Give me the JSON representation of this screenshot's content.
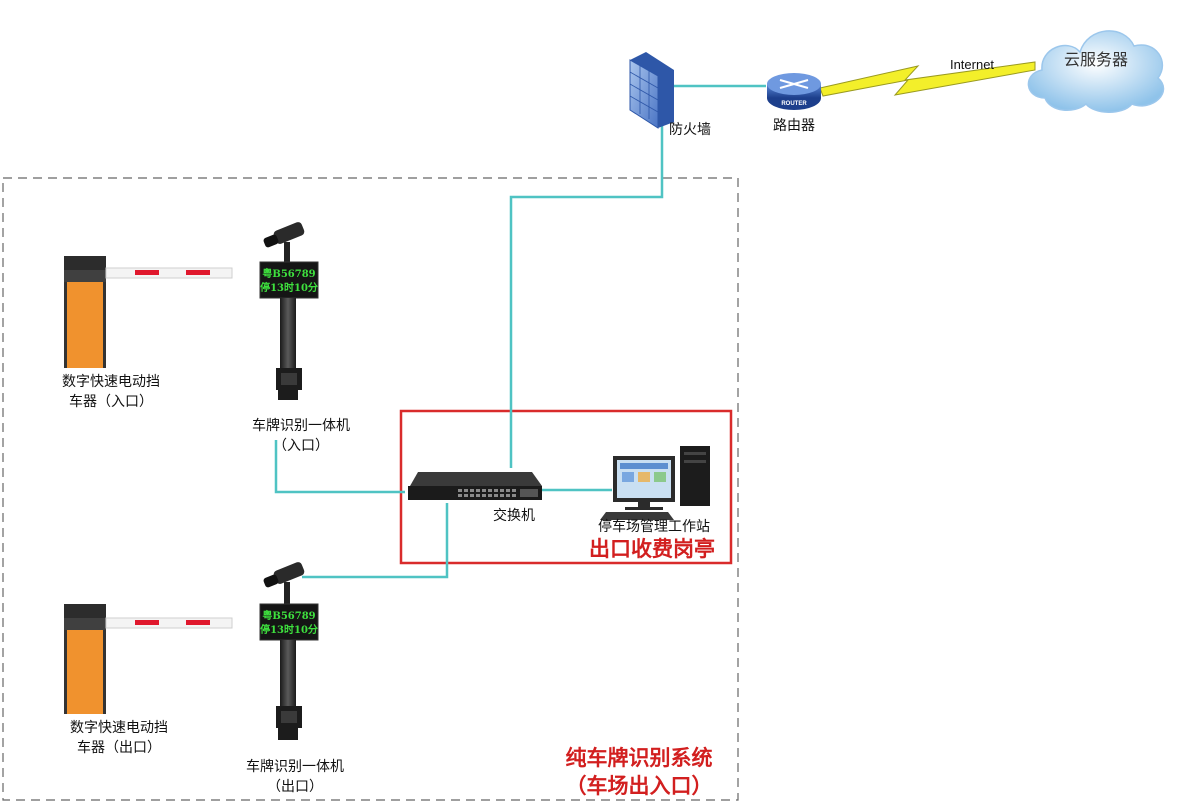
{
  "nodes": {
    "cloud": "云服务器",
    "internet": "Internet",
    "router": "路由器",
    "router_badge": "ROUTER",
    "firewall": "防火墙",
    "switch": "交换机",
    "workstation": "停车场管理工作站",
    "barrier_entry": [
      "数字快速电动挡",
      "车器（入口）"
    ],
    "camera_entry": [
      "车牌识别一体机",
      "（入口）"
    ],
    "barrier_exit": [
      "数字快速电动挡",
      "车器（出口）"
    ],
    "camera_exit": [
      "车牌识别一体机",
      "（出口）"
    ]
  },
  "lcd": {
    "plate": "粤B56789",
    "duration": "停13时10分"
  },
  "zones": {
    "booth": "出口收费岗亭",
    "system": [
      "纯车牌识别系统",
      "（车场出入口）"
    ]
  },
  "colors": {
    "link": "#4fc3c3",
    "booth_border": "#d92b2b",
    "zone_border": "#666666",
    "barrier_orange": "#f0922e",
    "boom_red": "#e0182d",
    "lightning": "#f3ef2a"
  }
}
